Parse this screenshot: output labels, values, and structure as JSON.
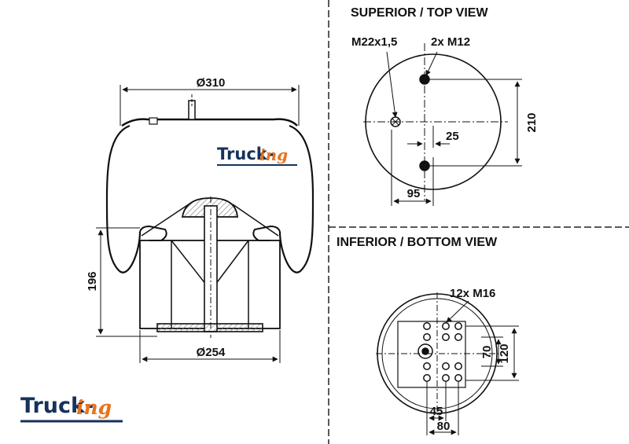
{
  "views": {
    "top_title": "SUPERIOR / TOP VIEW",
    "bottom_title": "INFERIOR / BOTTOM VIEW"
  },
  "side_view": {
    "top_diameter": "Ø310",
    "bottom_diameter": "Ø254",
    "height": "196",
    "watermark": {
      "main": "Truck-",
      "suffix": "ing"
    }
  },
  "top_view": {
    "air_port": "M22x1,5",
    "studs": "2x M12",
    "stud_spacing": "210",
    "port_offset": "25",
    "stud_offset": "95"
  },
  "bottom_view": {
    "bolts": "12x M16",
    "inner_spacing": "70",
    "outer_spacing": "120",
    "offset_inner": "45",
    "offset_outer": "80"
  },
  "logo": {
    "main": "Truck-",
    "suffix": "ing",
    "main_color": "#16325c",
    "suffix_color": "#e8731a"
  }
}
